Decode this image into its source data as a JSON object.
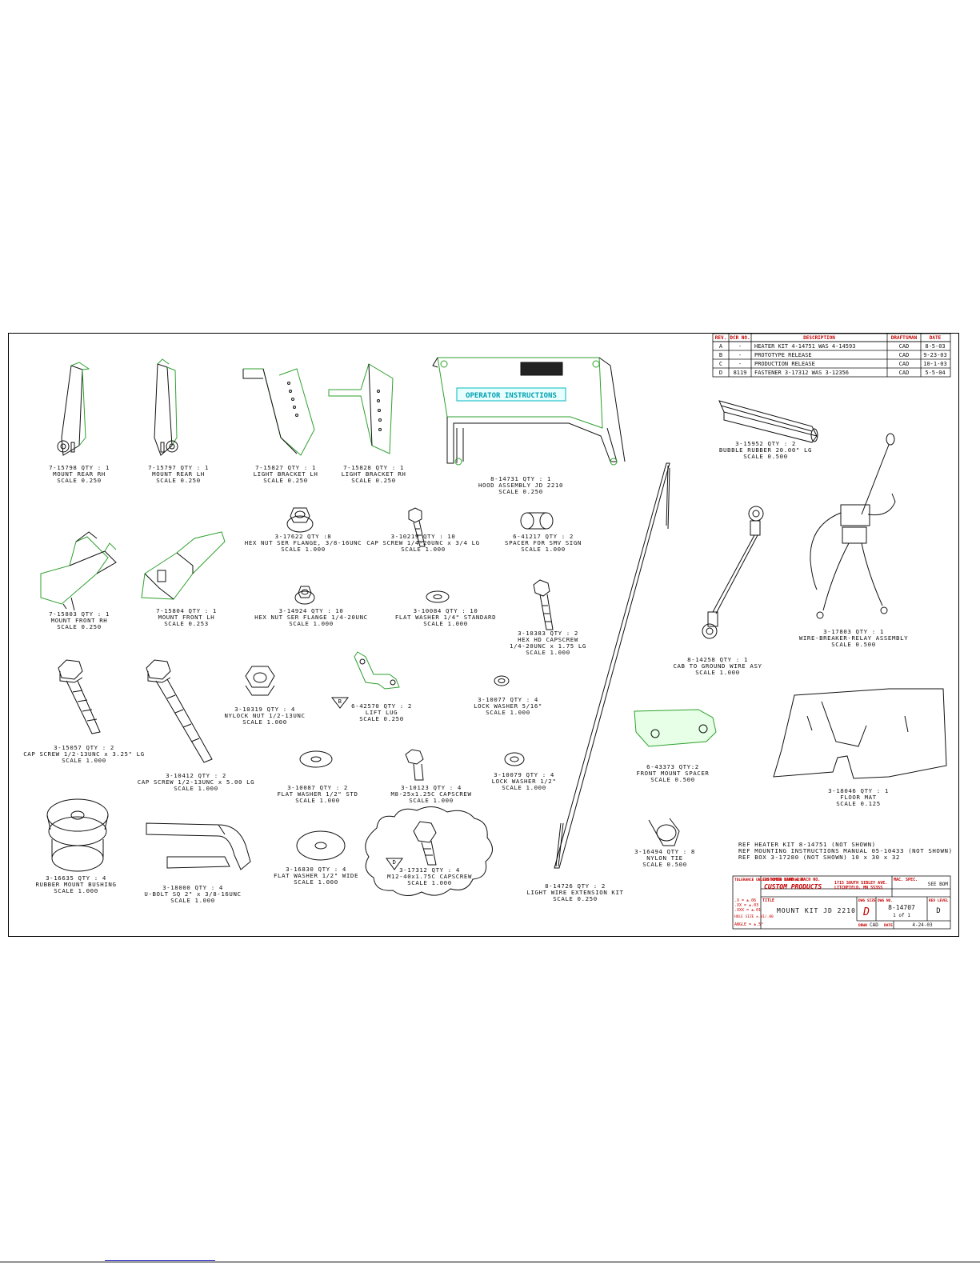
{
  "revisions": {
    "headers": [
      "REV.",
      "DCR NO.",
      "DESCRIPTION",
      "DRAFTSMAN",
      "DATE"
    ],
    "rows": [
      [
        "A",
        "-",
        "HEATER KIT 4-14751 WAS 4-14593",
        "CAD",
        "8-5-03"
      ],
      [
        "B",
        "-",
        "PROTOTYPE RELEASE",
        "CAD",
        "9-23-03"
      ],
      [
        "C",
        "-",
        "PRODUCTION RELEASE",
        "CAD",
        "10-1-03"
      ],
      [
        "D",
        "8119",
        "FASTENER 3-17312 WAS 3-12356",
        "CAD",
        "5-5-04"
      ]
    ]
  },
  "parts": [
    {
      "l1": "7-15798  QTY : 1",
      "l2": "MOUNT REAR RH",
      "l3": "SCALE  0.250"
    },
    {
      "l1": "7-15797  QTY : 1",
      "l2": "MOUNT REAR LH",
      "l3": "SCALE  0.250"
    },
    {
      "l1": "7-15827  QTY : 1",
      "l2": "LIGHT BRACKET LH",
      "l3": "SCALE  0.250"
    },
    {
      "l1": "7-15828  QTY : 1",
      "l2": "LIGHT BRACKET RH",
      "l3": "SCALE  0.250"
    },
    {
      "l1": "8-14731  QTY : 1",
      "l2": "HOOD ASSEMBLY JD 2210",
      "l3": "SCALE  0.250"
    },
    {
      "l1": "3-15952  QTY : 2",
      "l2": "BUBBLE RUBBER 20.00\" LG",
      "l3": "SCALE  0.500"
    },
    {
      "l1": "3-17622  QTY :8",
      "l2": "HEX NUT SER FLANGE, 3/8-16UNC",
      "l3": "SCALE  1.000"
    },
    {
      "l1": "3-10219  QTY : 10",
      "l2": "CAP SCREW 1/4-20UNC x 3/4 LG",
      "l3": "SCALE  1.000"
    },
    {
      "l1": "6-41217  QTY : 2",
      "l2": "SPACER FOR SMV SIGN",
      "l3": "SCALE  1.000"
    },
    {
      "l1": "7-15803  QTY : 1",
      "l2": "MOUNT FRONT RH",
      "l3": "SCALE  0.250"
    },
    {
      "l1": "7-15804  QTY : 1",
      "l2": "MOUNT FRONT LH",
      "l3": "SCALE  0.253"
    },
    {
      "l1": "3-14924  QTY : 10",
      "l2": "HEX NUT SER FLANGE 1/4-20UNC",
      "l3": "SCALE  1.000"
    },
    {
      "l1": "3-10084  QTY : 10",
      "l2": "FLAT WASHER 1/4\" STANDARD",
      "l3": "SCALE  1.000"
    },
    {
      "l1": "3-10383  QTY : 2",
      "l2": "HEX HD CAPSCREW",
      "l3": "1/4-20UNC x 1.75 LG",
      "l4": "SCALE  1.000"
    },
    {
      "l1": "8-14258  QTY : 1",
      "l2": "CAB TO GROUND WIRE ASY",
      "l3": "SCALE  1.000"
    },
    {
      "l1": "3-17803  QTY : 1",
      "l2": "WIRE-BREAKER-RELAY ASSEMBLY",
      "l3": "SCALE  0.500"
    },
    {
      "l1": "3-10319  QTY : 4",
      "l2": "NYLOCK NUT 1/2-13UNC",
      "l3": "SCALE  1.000"
    },
    {
      "l1": "6-42570  QTY : 2",
      "l2": "LIFT LUG",
      "l3": "SCALE  0.250"
    },
    {
      "l1": "3-10077  QTY : 4",
      "l2": "LOCK WASHER 5/16\"",
      "l3": "SCALE  1.000"
    },
    {
      "l1": "3-15057  QTY : 2",
      "l2": "CAP SCREW 1/2-13UNC x 3.25\" LG",
      "l3": "SCALE  1.000"
    },
    {
      "l1": "3-10412  QTY : 2",
      "l2": "CAP SCREW 1/2-13UNC x 5.00 LG",
      "l3": "SCALE  1.000"
    },
    {
      "l1": "3-10087  QTY : 2",
      "l2": "FLAT WASHER 1/2\" STD",
      "l3": "SCALE  1.000"
    },
    {
      "l1": "3-10123  QTY : 4",
      "l2": "M8-25x1.25C CAPSCREW",
      "l3": "SCALE  1.000"
    },
    {
      "l1": "3-10079  QTY : 4",
      "l2": "LOCK WASHER 1/2\"",
      "l3": "SCALE  1.000"
    },
    {
      "l1": "6-43373  QTY:2",
      "l2": "FRONT MOUNT SPACER",
      "l3": "SCALE  0.500"
    },
    {
      "l1": "3-18046  QTY : 1",
      "l2": "FLOOR MAT",
      "l3": "SCALE  0.125"
    },
    {
      "l1": "3-16635  QTY : 4",
      "l2": "RUBBER MOUNT BUSHING",
      "l3": "SCALE  1.000"
    },
    {
      "l1": "3-18000  QTY : 4",
      "l2": "U-BOLT SQ 2\" x 3/8-16UNC",
      "l3": "SCALE  1.000"
    },
    {
      "l1": "3-16830  QTY : 4",
      "l2": "FLAT WASHER 1/2\" WIDE",
      "l3": "SCALE  1.000"
    },
    {
      "l1": "3-17312  QTY : 4",
      "l2": "M12-40x1.75C CAPSCREW",
      "l3": "SCALE  1.000"
    },
    {
      "l1": "8-14726  QTY : 2",
      "l2": "LIGHT WIRE EXTENSION KIT",
      "l3": "SCALE  0.250"
    },
    {
      "l1": "3-16494  QTY : 8",
      "l2": "NYLON TIE",
      "l3": "SCALE  0.500"
    }
  ],
  "markers": {
    "rev_b": "B",
    "rev_d": "D"
  },
  "hood_text": "OPERATOR INSTRUCTIONS",
  "notes": [
    "REF HEATER KIT 8-14751 (NOT SHOWN)",
    "REF MOUNTING INSTRUCTIONS MANUAL 05-10433 (NOT SHOWN)",
    "REF BOX 3-17280 (NOT SHOWN) 10 x 30 x 32"
  ],
  "title_block": {
    "company": "CUSTOM PRODUCTS",
    "address1": "1715 SOUTH SIBLEY AVE.",
    "address2": "LITCHFIELD, MN 55355",
    "customer_label": "CUSTOMER NAME & MACH NO.",
    "mac_spec_label": "MAC. SPEC.",
    "see_bom": "SEE BOM",
    "title_label": "TITLE",
    "title": "MOUNT KIT JD 2210",
    "size_label": "DWG SIZE",
    "size": "D",
    "dwg_no_label": "DWG NO.",
    "dwg_no": "8-14707",
    "sheet": "1 of 1",
    "rev_label": "REV LEVEL",
    "rev": "D",
    "drawn_label": "DRWN",
    "drawn": "CAD",
    "date_label": "DATE",
    "date": "4-24-03",
    "tolerance_label": "TOLERANCE UNLESS NOTED OTHERWISE",
    "tol1": ".X  = ±.06",
    "tol2": ".XX = ±.03",
    "tol3": ".XXX = ±.01",
    "tol4": "HOLE SIZE ±.01/.00",
    "tol5": "ANGLE = ±.5°"
  }
}
